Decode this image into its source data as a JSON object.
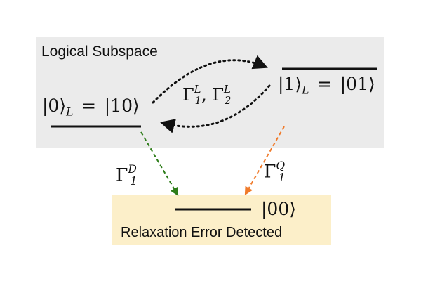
{
  "logical_subspace": {
    "title": "Logical Subspace",
    "color": "#ebebeb"
  },
  "detection_region": {
    "title": "Relaxation Error Detected",
    "color": "#fcefc9"
  },
  "states": {
    "zero_logical": {
      "ket": "|0⟩",
      "subscript": "L",
      "equals": "=",
      "physical": "|10⟩"
    },
    "one_logical": {
      "ket": "|1⟩",
      "subscript": "L",
      "equals": "=",
      "physical": "|01⟩"
    },
    "ground": {
      "ket": "|00⟩"
    }
  },
  "rates": {
    "logical": {
      "symbol": "Γ",
      "first_sub": "1",
      "first_sup": "L",
      "separator": ",",
      "second_sub": "2",
      "second_sup": "L"
    },
    "decay_D": {
      "symbol": "Γ",
      "sub": "1",
      "sup": "D",
      "color": "#2e7d1a"
    },
    "decay_Q": {
      "symbol": "Γ",
      "sub": "1",
      "sup": "Q",
      "color": "#f07a2a"
    }
  }
}
